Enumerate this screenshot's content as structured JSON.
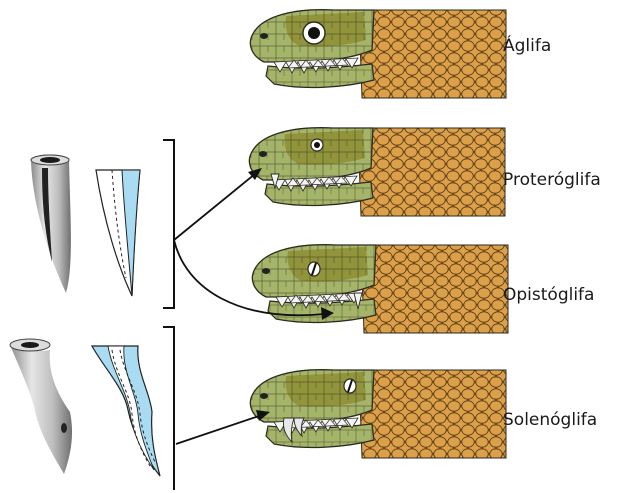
{
  "labels": {
    "aglifa": "Áglifa",
    "proteroglifa": "Proteróglifa",
    "opistoglifa": "Opistóglifa",
    "solenoglifa": "Solenóglifa"
  },
  "colors": {
    "head_green": "#a4b56a",
    "head_olive": "#8c8a2e",
    "scale_orange": "#d89a3c",
    "outline": "#2a2a1e",
    "venom_blue": "#a9dcf2",
    "fang_grey": "#b8b8b8",
    "tooth_white": "#f4f4f4"
  },
  "icons": {
    "snake_head": "snake-head-icon",
    "fang_3d": "fang-cross-section-icon",
    "fang_diagram": "fang-diagram-icon"
  }
}
